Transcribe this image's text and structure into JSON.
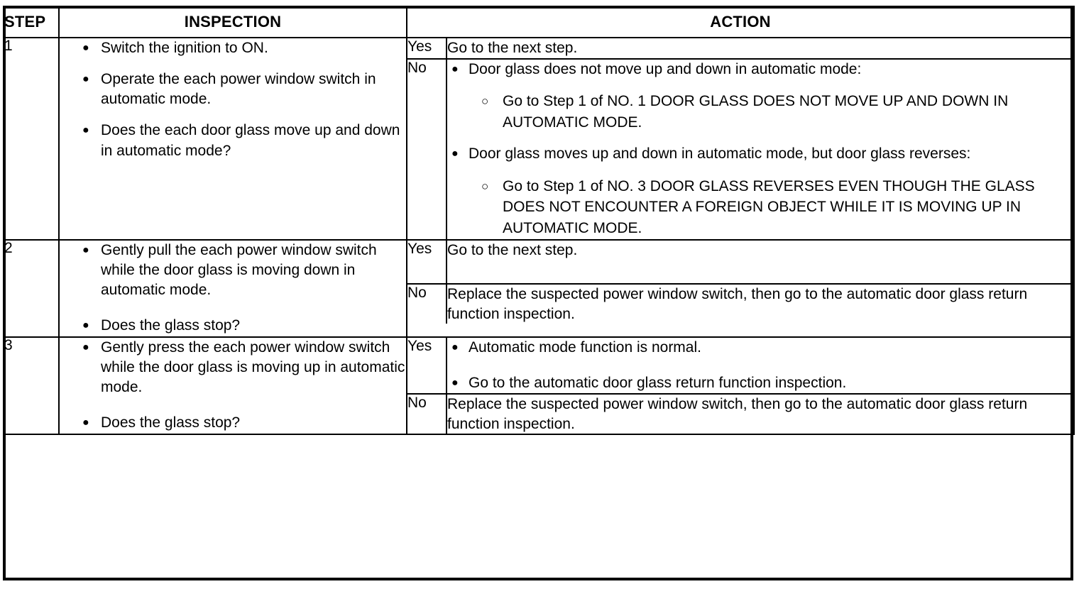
{
  "table": {
    "headers": {
      "step": "STEP",
      "inspection": "INSPECTION",
      "action": "ACTION"
    },
    "answer_labels": {
      "yes": "Yes",
      "no": "No"
    },
    "bullets": {
      "filled": "●",
      "hollow": "○"
    },
    "rows": [
      {
        "step": "1",
        "inspection": [
          "Switch the ignition to ON.",
          "Operate the each power window switch in automatic mode.",
          "Does the each door glass move up and down in automatic mode?"
        ],
        "yes": {
          "label": "Yes",
          "text": "Go to the next step."
        },
        "no": {
          "label": "No",
          "items": [
            {
              "text": "Door glass does not move up and down in automatic mode:",
              "sub": [
                "Go to Step 1 of NO. 1 DOOR GLASS DOES NOT MOVE UP AND DOWN IN AUTOMATIC MODE."
              ]
            },
            {
              "text": "Door glass moves up and down in automatic mode, but door glass reverses:",
              "sub": [
                "Go to Step 1 of NO. 3 DOOR GLASS REVERSES EVEN THOUGH THE GLASS DOES NOT ENCOUNTER A FOREIGN OBJECT WHILE IT IS MOVING UP IN AUTOMATIC MODE."
              ]
            }
          ]
        }
      },
      {
        "step": "2",
        "inspection": [
          "Gently pull the each power window switch while the door glass is moving down in automatic mode.",
          "Does the glass stop?"
        ],
        "yes": {
          "label": "Yes",
          "text": "Go to the next step."
        },
        "no": {
          "label": "No",
          "text": "Replace the suspected power window switch, then go to the automatic door glass return function inspection."
        }
      },
      {
        "step": "3",
        "inspection": [
          "Gently press the each power window switch while the door glass is moving up in automatic mode.",
          "Does the glass stop?"
        ],
        "yes": {
          "label": "Yes",
          "items": [
            "Automatic mode function is normal.",
            "Go to the automatic door glass return function inspection."
          ]
        },
        "no": {
          "label": "No",
          "text": "Replace the suspected power window switch, then go to the automatic door glass return function inspection."
        }
      }
    ]
  }
}
